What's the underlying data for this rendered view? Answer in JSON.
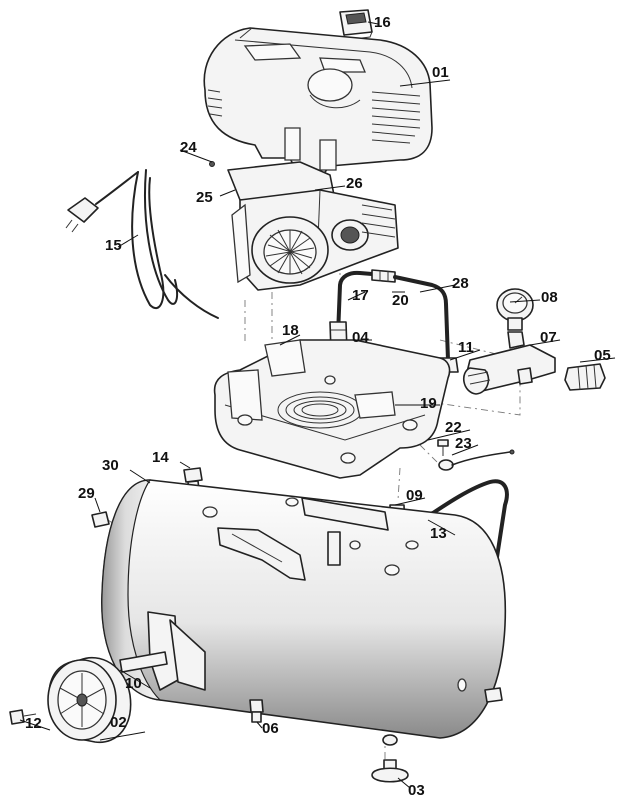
{
  "callouts": {
    "c01": "01",
    "c02": "02",
    "c03": "03",
    "c04": "04",
    "c05": "05",
    "c06": "06",
    "c07": "07",
    "c08": "08",
    "c09": "09",
    "c10": "10",
    "c11": "11",
    "c12": "12",
    "c13": "13",
    "c14": "14",
    "c15": "15",
    "c16": "16",
    "c17": "17",
    "c18": "18",
    "c19": "19",
    "c20": "20",
    "c22": "22",
    "c23": "23",
    "c24": "24",
    "c25": "25",
    "c26": "26",
    "c28": "28",
    "c29": "29",
    "c30": "30"
  }
}
